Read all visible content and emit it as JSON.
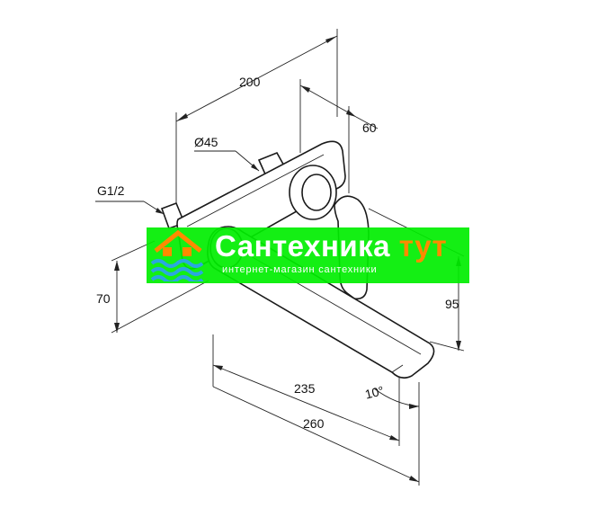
{
  "dimensions": {
    "width_overall": "200",
    "depth_plate": "60",
    "diameter": "Ø45",
    "thread": "G1/2",
    "height_left": "70",
    "height_right": "95",
    "spout_length": "235",
    "total_length": "260",
    "angle": "10°"
  },
  "watermark": {
    "title_main": "Сантехника",
    "title_accent": "тут",
    "subtitle": "интернет-магазин сантехники",
    "colors": {
      "background": "#00ee00",
      "text": "#ffffff",
      "accent": "#ff8a00",
      "logo_blue": "#2aa7e0",
      "logo_orange": "#ff8a00"
    }
  }
}
